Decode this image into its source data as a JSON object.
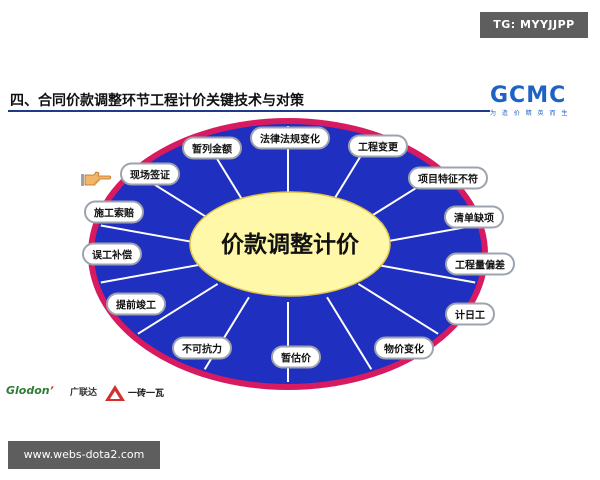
{
  "watermarks": {
    "top": "TG: MYYJJPP",
    "bottom": "www.webs-dota2.com"
  },
  "slide": {
    "title": "四、合同价款调整环节工程计价关键技术与对策",
    "logo": {
      "text": "GCMC",
      "tagline": "为 造 价 精 英 而 生"
    }
  },
  "diagram": {
    "center_label": "价款调整计价",
    "nodes": [
      {
        "id": "fa",
        "label": "法律法规变化"
      },
      {
        "id": "bg",
        "label": "工程变更"
      },
      {
        "id": "xm",
        "label": "项目特征不符"
      },
      {
        "id": "qd",
        "label": "清单缺项"
      },
      {
        "id": "gc",
        "label": "工程量偏差"
      },
      {
        "id": "jr",
        "label": "计日工"
      },
      {
        "id": "wj",
        "label": "物价变化"
      },
      {
        "id": "zg",
        "label": "暂估价"
      },
      {
        "id": "bk",
        "label": "不可抗力"
      },
      {
        "id": "tq",
        "label": "提前竣工"
      },
      {
        "id": "wg",
        "label": "误工补偿"
      },
      {
        "id": "sp",
        "label": "施工索赔"
      },
      {
        "id": "xc",
        "label": "现场签证"
      },
      {
        "id": "zl",
        "label": "暂列金额"
      }
    ],
    "colors": {
      "disc": "#1f2fbf",
      "disc_rim": "#d81b60",
      "center_fill": "#fff8a8",
      "spoke": "#ffffff"
    }
  },
  "footer": {
    "glodon": "Glodon",
    "glodon_cn": "广联达",
    "brand2": "一砖一瓦"
  }
}
